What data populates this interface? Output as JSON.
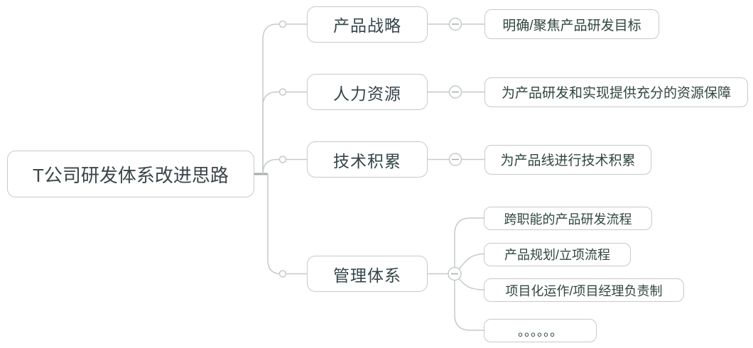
{
  "diagram": {
    "root": {
      "label": "T公司研发体系改进思路"
    },
    "branches": [
      {
        "label": "产品战略",
        "children": [
          {
            "label": "明确/聚焦产品研发目标"
          }
        ]
      },
      {
        "label": "人力资源",
        "children": [
          {
            "label": "为产品研发和实现提供充分的资源保障"
          }
        ]
      },
      {
        "label": "技术积累",
        "children": [
          {
            "label": "为产品线进行技术积累"
          }
        ]
      },
      {
        "label": "管理体系",
        "children": [
          {
            "label": "跨职能的产品研发流程"
          },
          {
            "label": "产品规划/立项流程"
          },
          {
            "label": "项目化运作/项目经理负责制"
          },
          {
            "label": "。。。。。。"
          }
        ]
      }
    ],
    "icons": {
      "collapse_icon": "−",
      "branch_point_icon": "○"
    },
    "colors": {
      "background": "#ffffff",
      "line": "#c6caca",
      "border": "#c6caca",
      "stub": "#a6abab",
      "root_text": "#3c4548",
      "branch_text": "#35454b",
      "leaf_text": "#30463c"
    }
  }
}
